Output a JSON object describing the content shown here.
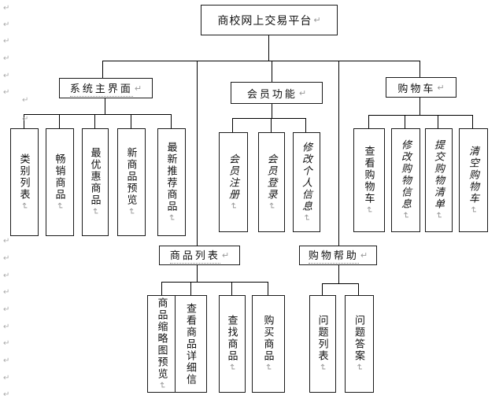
{
  "icons": {
    "return_mark": "↵"
  },
  "tree": {
    "root": {
      "label": "商校网上交易平台"
    },
    "system_ui": {
      "label": "系统主界面",
      "children": [
        {
          "label": "类别列表"
        },
        {
          "label": "畅销商品"
        },
        {
          "label": "最优惠商品"
        },
        {
          "label": "新商品预览"
        },
        {
          "label": "最新推荐商品"
        }
      ]
    },
    "member": {
      "label": "会员功能",
      "children": [
        {
          "label": "会员注册"
        },
        {
          "label": "会员登录"
        },
        {
          "label": "修改个人信息"
        }
      ]
    },
    "cart": {
      "label": "购物车",
      "children": [
        {
          "label": "查看购物车"
        },
        {
          "label": "修改购物信息"
        },
        {
          "label": "提交购物清单"
        },
        {
          "label": "清空购物车"
        }
      ]
    },
    "product_list": {
      "label": "商品列表",
      "children": [
        {
          "label": "商品缩略图预览"
        },
        {
          "label": "查看商品详细信"
        },
        {
          "label": "查找商品"
        },
        {
          "label": "购买商品"
        }
      ]
    },
    "shopping_help": {
      "label": "购物帮助",
      "children": [
        {
          "label": "问题列表"
        },
        {
          "label": "问题答案"
        }
      ]
    }
  }
}
